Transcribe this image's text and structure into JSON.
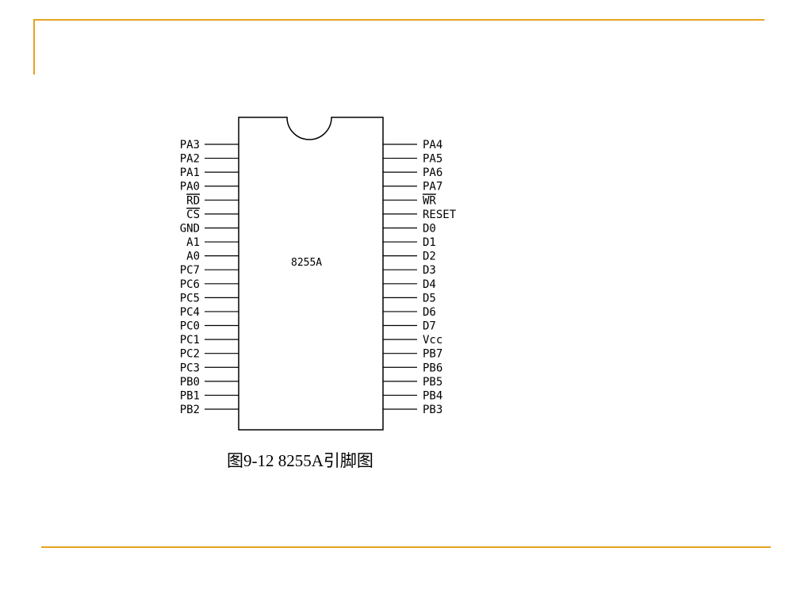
{
  "slide": {
    "accent_color": "#e5a41f"
  },
  "chip": {
    "name": "8255A",
    "left_pins": [
      {
        "label": "PA3",
        "overline": false
      },
      {
        "label": "PA2",
        "overline": false
      },
      {
        "label": "PA1",
        "overline": false
      },
      {
        "label": "PA0",
        "overline": false
      },
      {
        "label": "RD",
        "overline": true
      },
      {
        "label": "CS",
        "overline": true
      },
      {
        "label": "GND",
        "overline": false
      },
      {
        "label": "A1",
        "overline": false
      },
      {
        "label": "A0",
        "overline": false
      },
      {
        "label": "PC7",
        "overline": false
      },
      {
        "label": "PC6",
        "overline": false
      },
      {
        "label": "PC5",
        "overline": false
      },
      {
        "label": "PC4",
        "overline": false
      },
      {
        "label": "PC0",
        "overline": false
      },
      {
        "label": "PC1",
        "overline": false
      },
      {
        "label": "PC2",
        "overline": false
      },
      {
        "label": "PC3",
        "overline": false
      },
      {
        "label": "PB0",
        "overline": false
      },
      {
        "label": "PB1",
        "overline": false
      },
      {
        "label": "PB2",
        "overline": false
      }
    ],
    "right_pins": [
      {
        "label": "PA4",
        "overline": false
      },
      {
        "label": "PA5",
        "overline": false
      },
      {
        "label": "PA6",
        "overline": false
      },
      {
        "label": "PA7",
        "overline": false
      },
      {
        "label": "WR",
        "overline": true
      },
      {
        "label": "RESET",
        "overline": false
      },
      {
        "label": "D0",
        "overline": false
      },
      {
        "label": "D1",
        "overline": false
      },
      {
        "label": "D2",
        "overline": false
      },
      {
        "label": "D3",
        "overline": false
      },
      {
        "label": "D4",
        "overline": false
      },
      {
        "label": "D5",
        "overline": false
      },
      {
        "label": "D6",
        "overline": false
      },
      {
        "label": "D7",
        "overline": false
      },
      {
        "label": "Vcc",
        "overline": false
      },
      {
        "label": "PB7",
        "overline": false
      },
      {
        "label": "PB6",
        "overline": false
      },
      {
        "label": "PB5",
        "overline": false
      },
      {
        "label": "PB4",
        "overline": false
      },
      {
        "label": "PB3",
        "overline": false
      }
    ]
  },
  "caption": "图9-12 8255A引脚图"
}
